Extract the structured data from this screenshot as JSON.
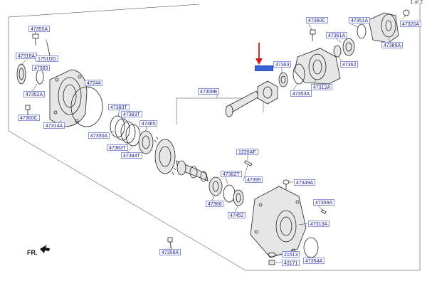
{
  "page_indicator": "1 of 2",
  "direction_label": "FR.",
  "accent": {
    "label_border": "#8a96d8",
    "label_text": "#1d1d8c",
    "highlight": "#3b63d8",
    "arrow": "#d01818"
  },
  "callouts": [
    "47355A",
    "47318A",
    "1751DD",
    "47383",
    "47352A",
    "47360C",
    "47314A",
    "47244",
    "47383T",
    "47383T",
    "47350A",
    "47383T",
    "47383T",
    "47465",
    "47308B",
    "1220AF",
    "47382T",
    "47395",
    "47366",
    "47452",
    "47358A",
    "47360C",
    "47361A",
    "47351A",
    "47320A",
    "47389A",
    "47363",
    "47362",
    "47353A",
    "47312A",
    "47349A",
    "47359A",
    "47313A",
    "21513",
    "43171",
    "47354A"
  ]
}
